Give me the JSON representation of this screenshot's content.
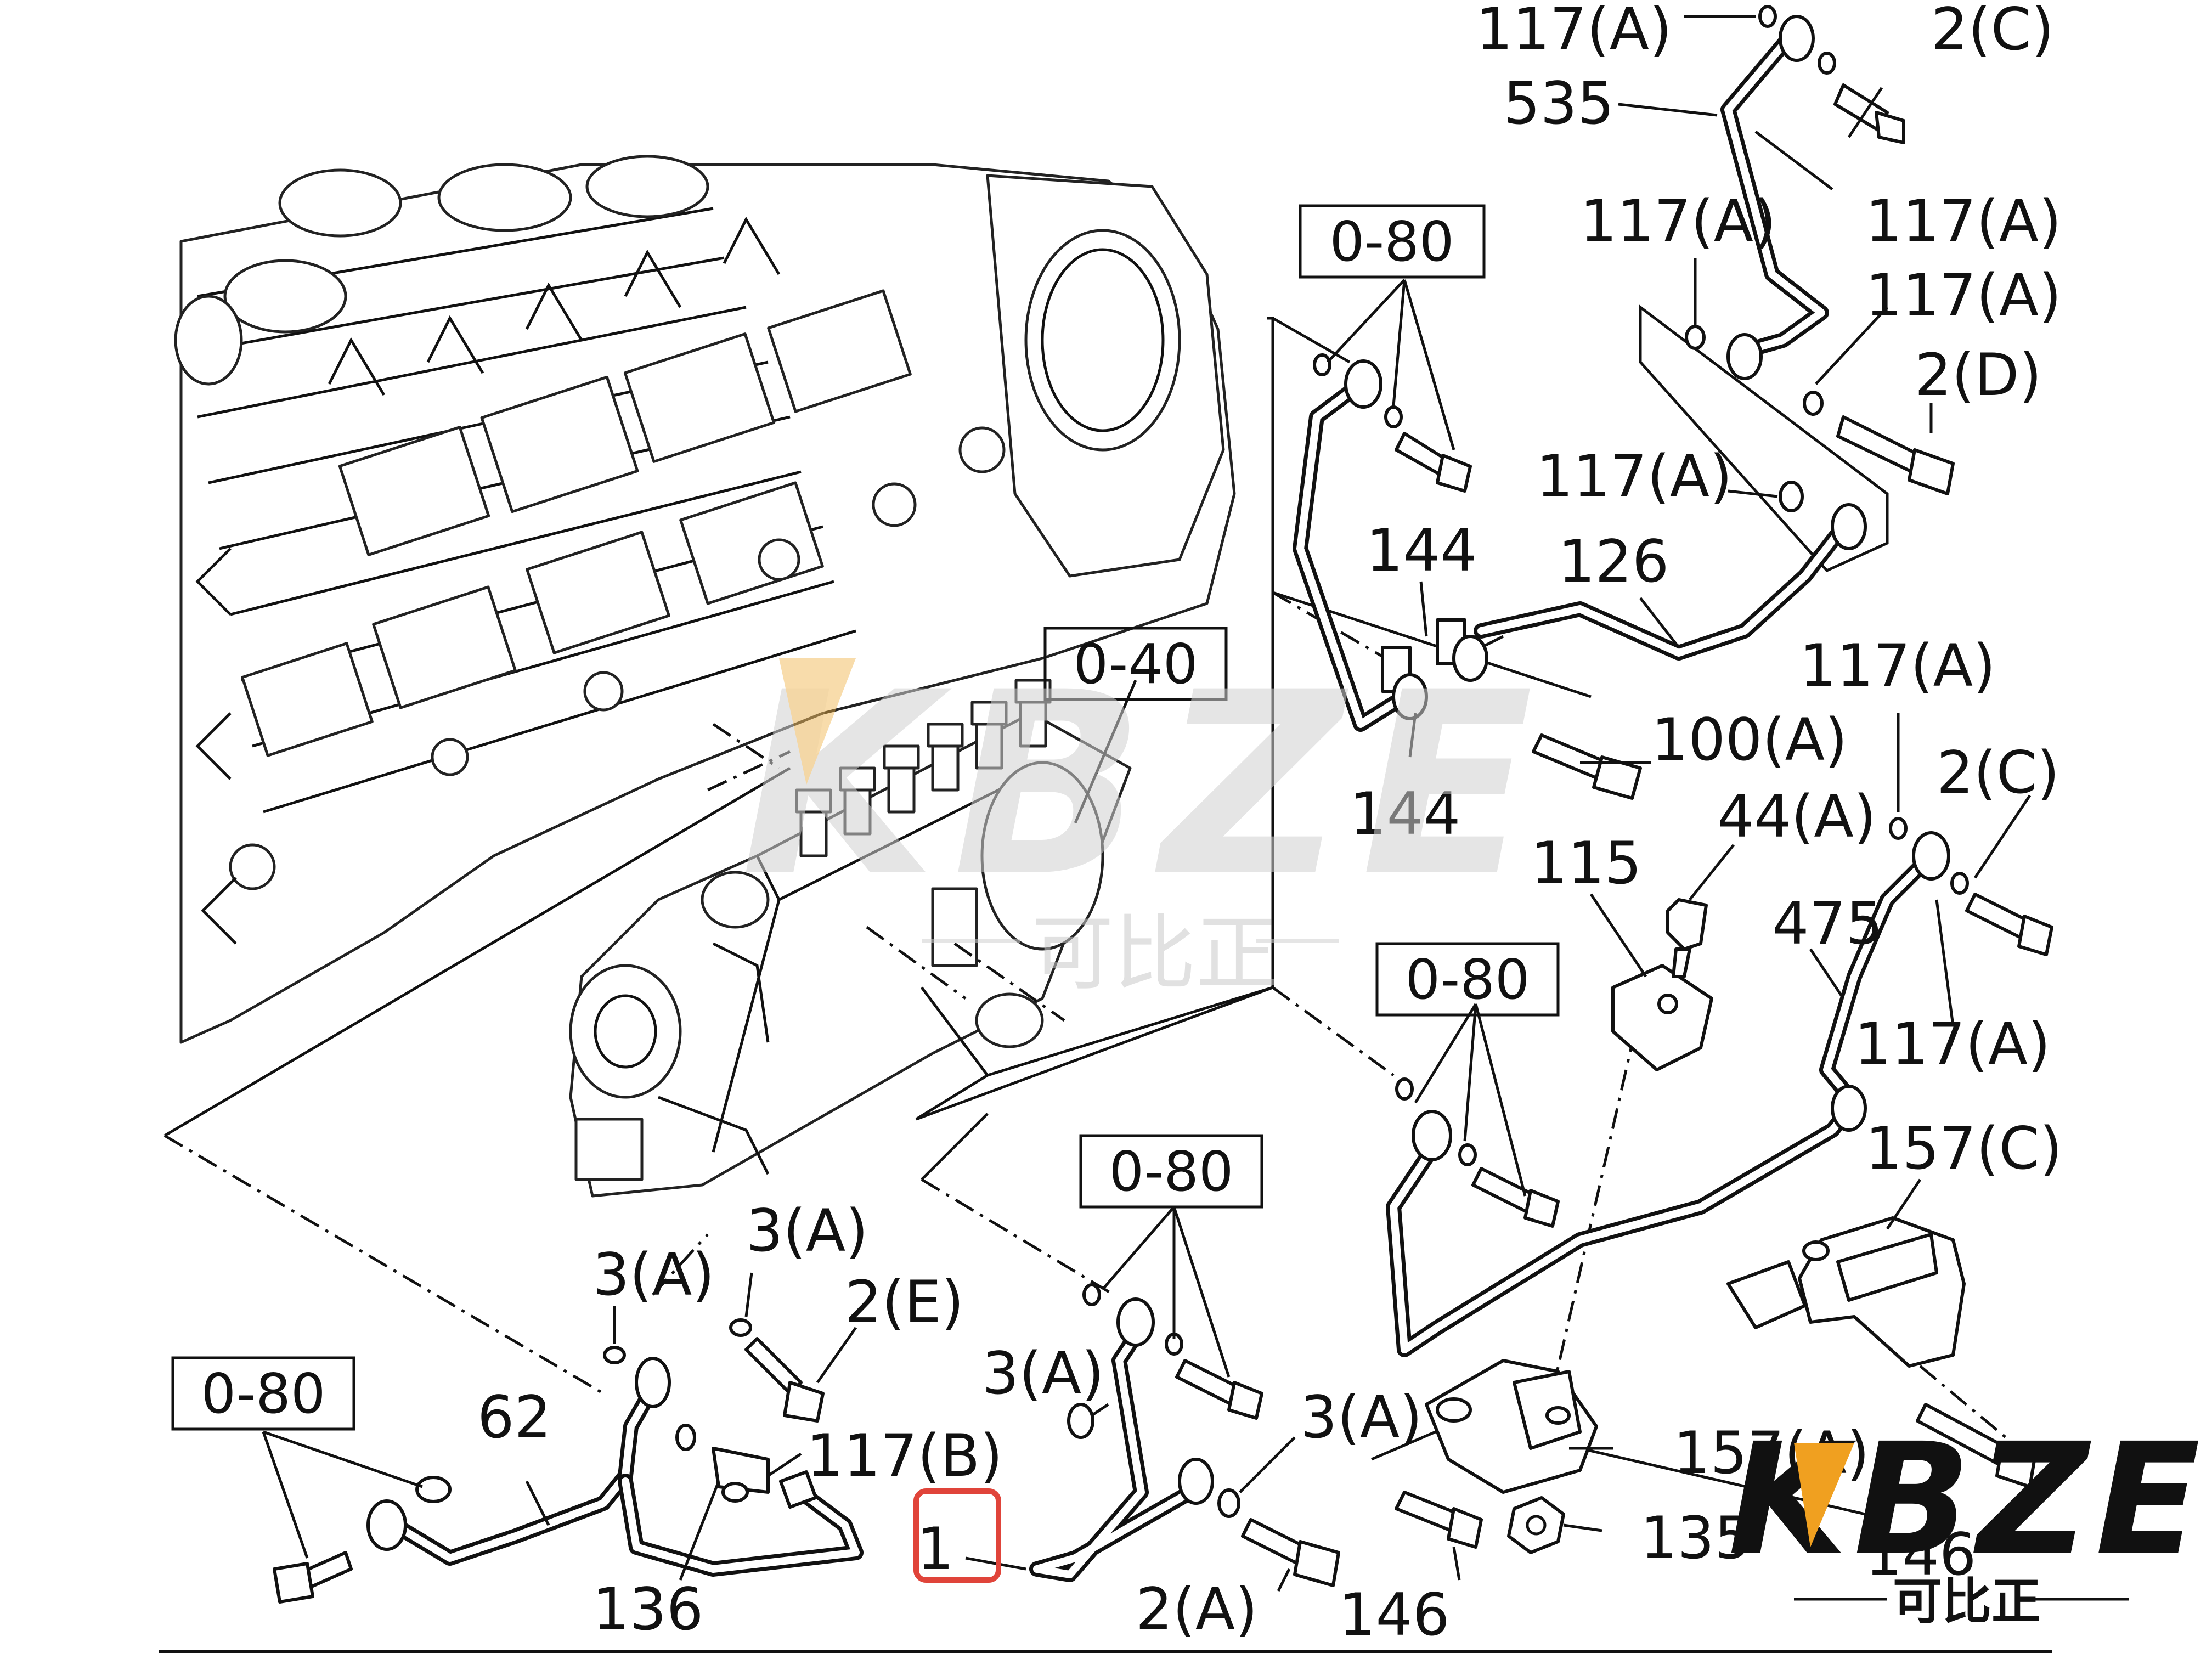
{
  "diagram": {
    "part_labels": [
      {
        "id": "lbl-117a-1",
        "text": "117(A)"
      },
      {
        "id": "lbl-2c-1",
        "text": "2(C)"
      },
      {
        "id": "lbl-535",
        "text": "535"
      },
      {
        "id": "lbl-117a-2",
        "text": "117(A)"
      },
      {
        "id": "lbl-117a-3",
        "text": "117(A)"
      },
      {
        "id": "lbl-117a-4",
        "text": "117(A)"
      },
      {
        "id": "lbl-2d",
        "text": "2(D)"
      },
      {
        "id": "lbl-117a-5",
        "text": "117(A)"
      },
      {
        "id": "lbl-144-1",
        "text": "144"
      },
      {
        "id": "lbl-126",
        "text": "126"
      },
      {
        "id": "lbl-100a",
        "text": "100(A)"
      },
      {
        "id": "lbl-144-2",
        "text": "144"
      },
      {
        "id": "lbl-117a-6",
        "text": "117(A)"
      },
      {
        "id": "lbl-2c-2",
        "text": "2(C)"
      },
      {
        "id": "lbl-44a",
        "text": "44(A)"
      },
      {
        "id": "lbl-115",
        "text": "115"
      },
      {
        "id": "lbl-475",
        "text": "475"
      },
      {
        "id": "lbl-117a-7",
        "text": "117(A)"
      },
      {
        "id": "lbl-157c",
        "text": "157(C)"
      },
      {
        "id": "lbl-3a-1",
        "text": "3(A)"
      },
      {
        "id": "lbl-3a-2",
        "text": "3(A)"
      },
      {
        "id": "lbl-2e",
        "text": "2(E)"
      },
      {
        "id": "lbl-3a-3",
        "text": "3(A)"
      },
      {
        "id": "lbl-3a-4",
        "text": "3(A)"
      },
      {
        "id": "lbl-157a",
        "text": "157(A)"
      },
      {
        "id": "lbl-62",
        "text": "62"
      },
      {
        "id": "lbl-117b",
        "text": "117(B)"
      },
      {
        "id": "lbl-136",
        "text": "136"
      },
      {
        "id": "lbl-1",
        "text": "1"
      },
      {
        "id": "lbl-2a",
        "text": "2(A)"
      },
      {
        "id": "lbl-146-1",
        "text": "146"
      },
      {
        "id": "lbl-135",
        "text": "135"
      },
      {
        "id": "lbl-146-2",
        "text": "146"
      }
    ],
    "boxed_labels": [
      {
        "id": "box-080-top",
        "text": "0-80"
      },
      {
        "id": "box-040",
        "text": "0-40"
      },
      {
        "id": "box-080-mid",
        "text": "0-80"
      },
      {
        "id": "box-080-center",
        "text": "0-80"
      },
      {
        "id": "box-080-left",
        "text": "0-80"
      }
    ],
    "highlight": {
      "label": "1",
      "color": "#e0443a"
    }
  },
  "watermark": {
    "brand": "KBZE",
    "chinese": "可比正",
    "accent_color": "#f0a020",
    "center_color": "#d0d0d0"
  }
}
